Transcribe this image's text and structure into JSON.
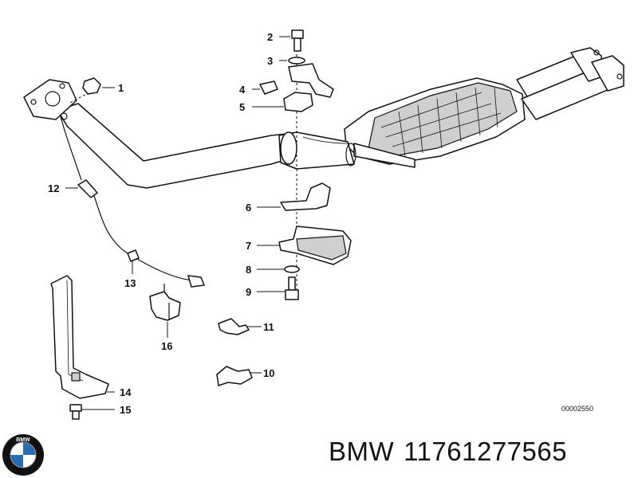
{
  "diagram": {
    "reference_number": "00002550",
    "callouts": [
      {
        "label": "1"
      },
      {
        "label": "2"
      },
      {
        "label": "3"
      },
      {
        "label": "4"
      },
      {
        "label": "5"
      },
      {
        "label": "6"
      },
      {
        "label": "7"
      },
      {
        "label": "8"
      },
      {
        "label": "9"
      },
      {
        "label": "10"
      },
      {
        "label": "11"
      },
      {
        "label": "12"
      },
      {
        "label": "13"
      },
      {
        "label": "14"
      },
      {
        "label": "15"
      },
      {
        "label": "16"
      }
    ]
  },
  "caption": {
    "brand": "BMW",
    "part_number": "11761277565"
  },
  "logo": {
    "text": "BMW",
    "colors": {
      "blue": "#2b6cb0",
      "white": "#ffffff",
      "ring": "#111111"
    }
  }
}
